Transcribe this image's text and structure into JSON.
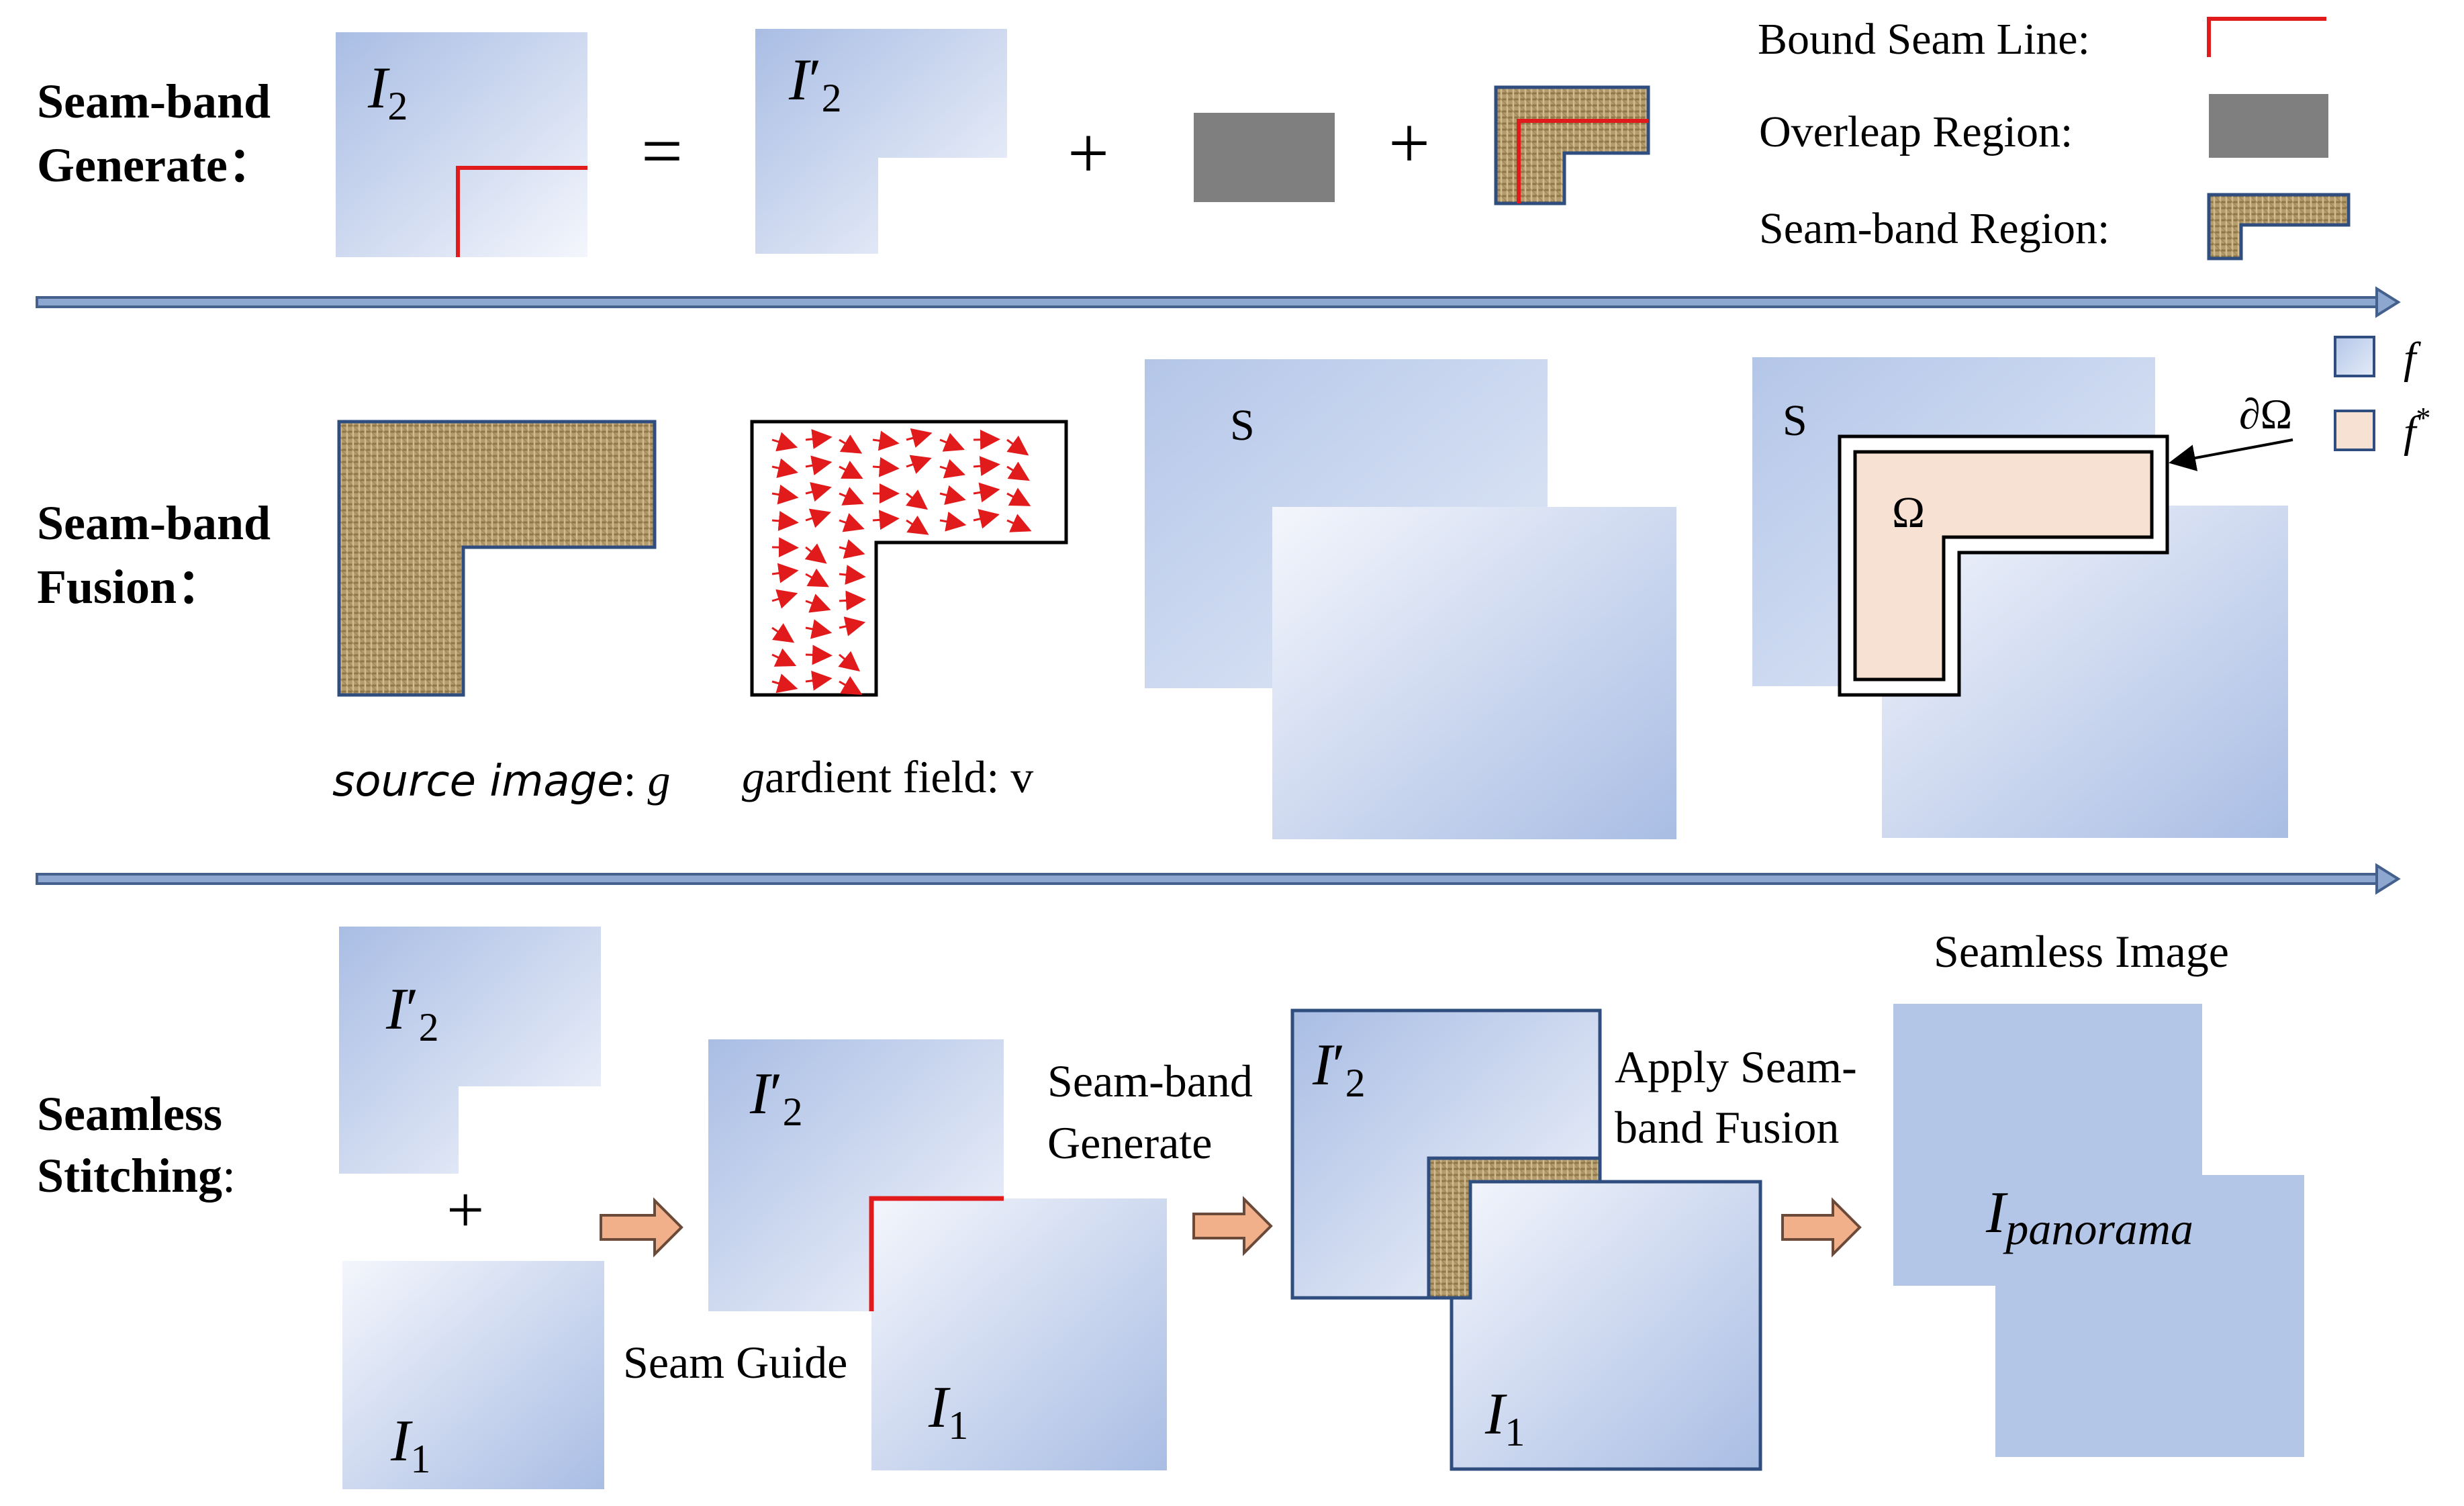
{
  "rows": {
    "generate": {
      "line1": "Seam-band",
      "line2": "Generate："
    },
    "fusion": {
      "line1": "Seam-band",
      "line2": "Fusion："
    },
    "stitching": {
      "line1": "Seamless",
      "line2": "Stitching"
    }
  },
  "symbols": {
    "equals": "=",
    "plus": "+",
    "prime_sub": "′",
    "sub_2": "2",
    "sub_1": "1",
    "I": "I",
    "S": "S",
    "omega": "Ω",
    "boundary": "∂Ω",
    "f": "f",
    "f_star": "f",
    "star": "*",
    "panorama_sub": "panorama"
  },
  "legend": {
    "bound_seam_line": "Bound Seam Line:",
    "overleap_region": "Overleap Region:",
    "seam_band_region": "Seam-band Region:"
  },
  "captions": {
    "source_image_italic": "source image",
    "source_image_colon": ": ",
    "source_image_var": "g",
    "gradient_var": "g",
    "gradient_rest": "ardient field: v"
  },
  "stitch_labels": {
    "seam_guide": "Seam Guide",
    "seam_band_generate_1": "Seam-band",
    "seam_band_generate_2": "Generate",
    "apply_fusion_1": "Apply Seam-",
    "apply_fusion_2": "band Fusion",
    "seamless_image": "Seamless Image"
  },
  "colors": {
    "blue_light": "#eef2fb",
    "blue_dark": "#a9bde4",
    "seam_red": "#e11b1b",
    "overlap_gray": "#7f7f7f",
    "divider": "#44608c",
    "divider_fill": "#8da7d0",
    "omega_fill": "#f6e1d3",
    "arrow_orange": "#f2b08a",
    "arrow_edge": "#6b4a3a",
    "burlap": "#b49a6a",
    "box_border": "#2f4d7e"
  }
}
